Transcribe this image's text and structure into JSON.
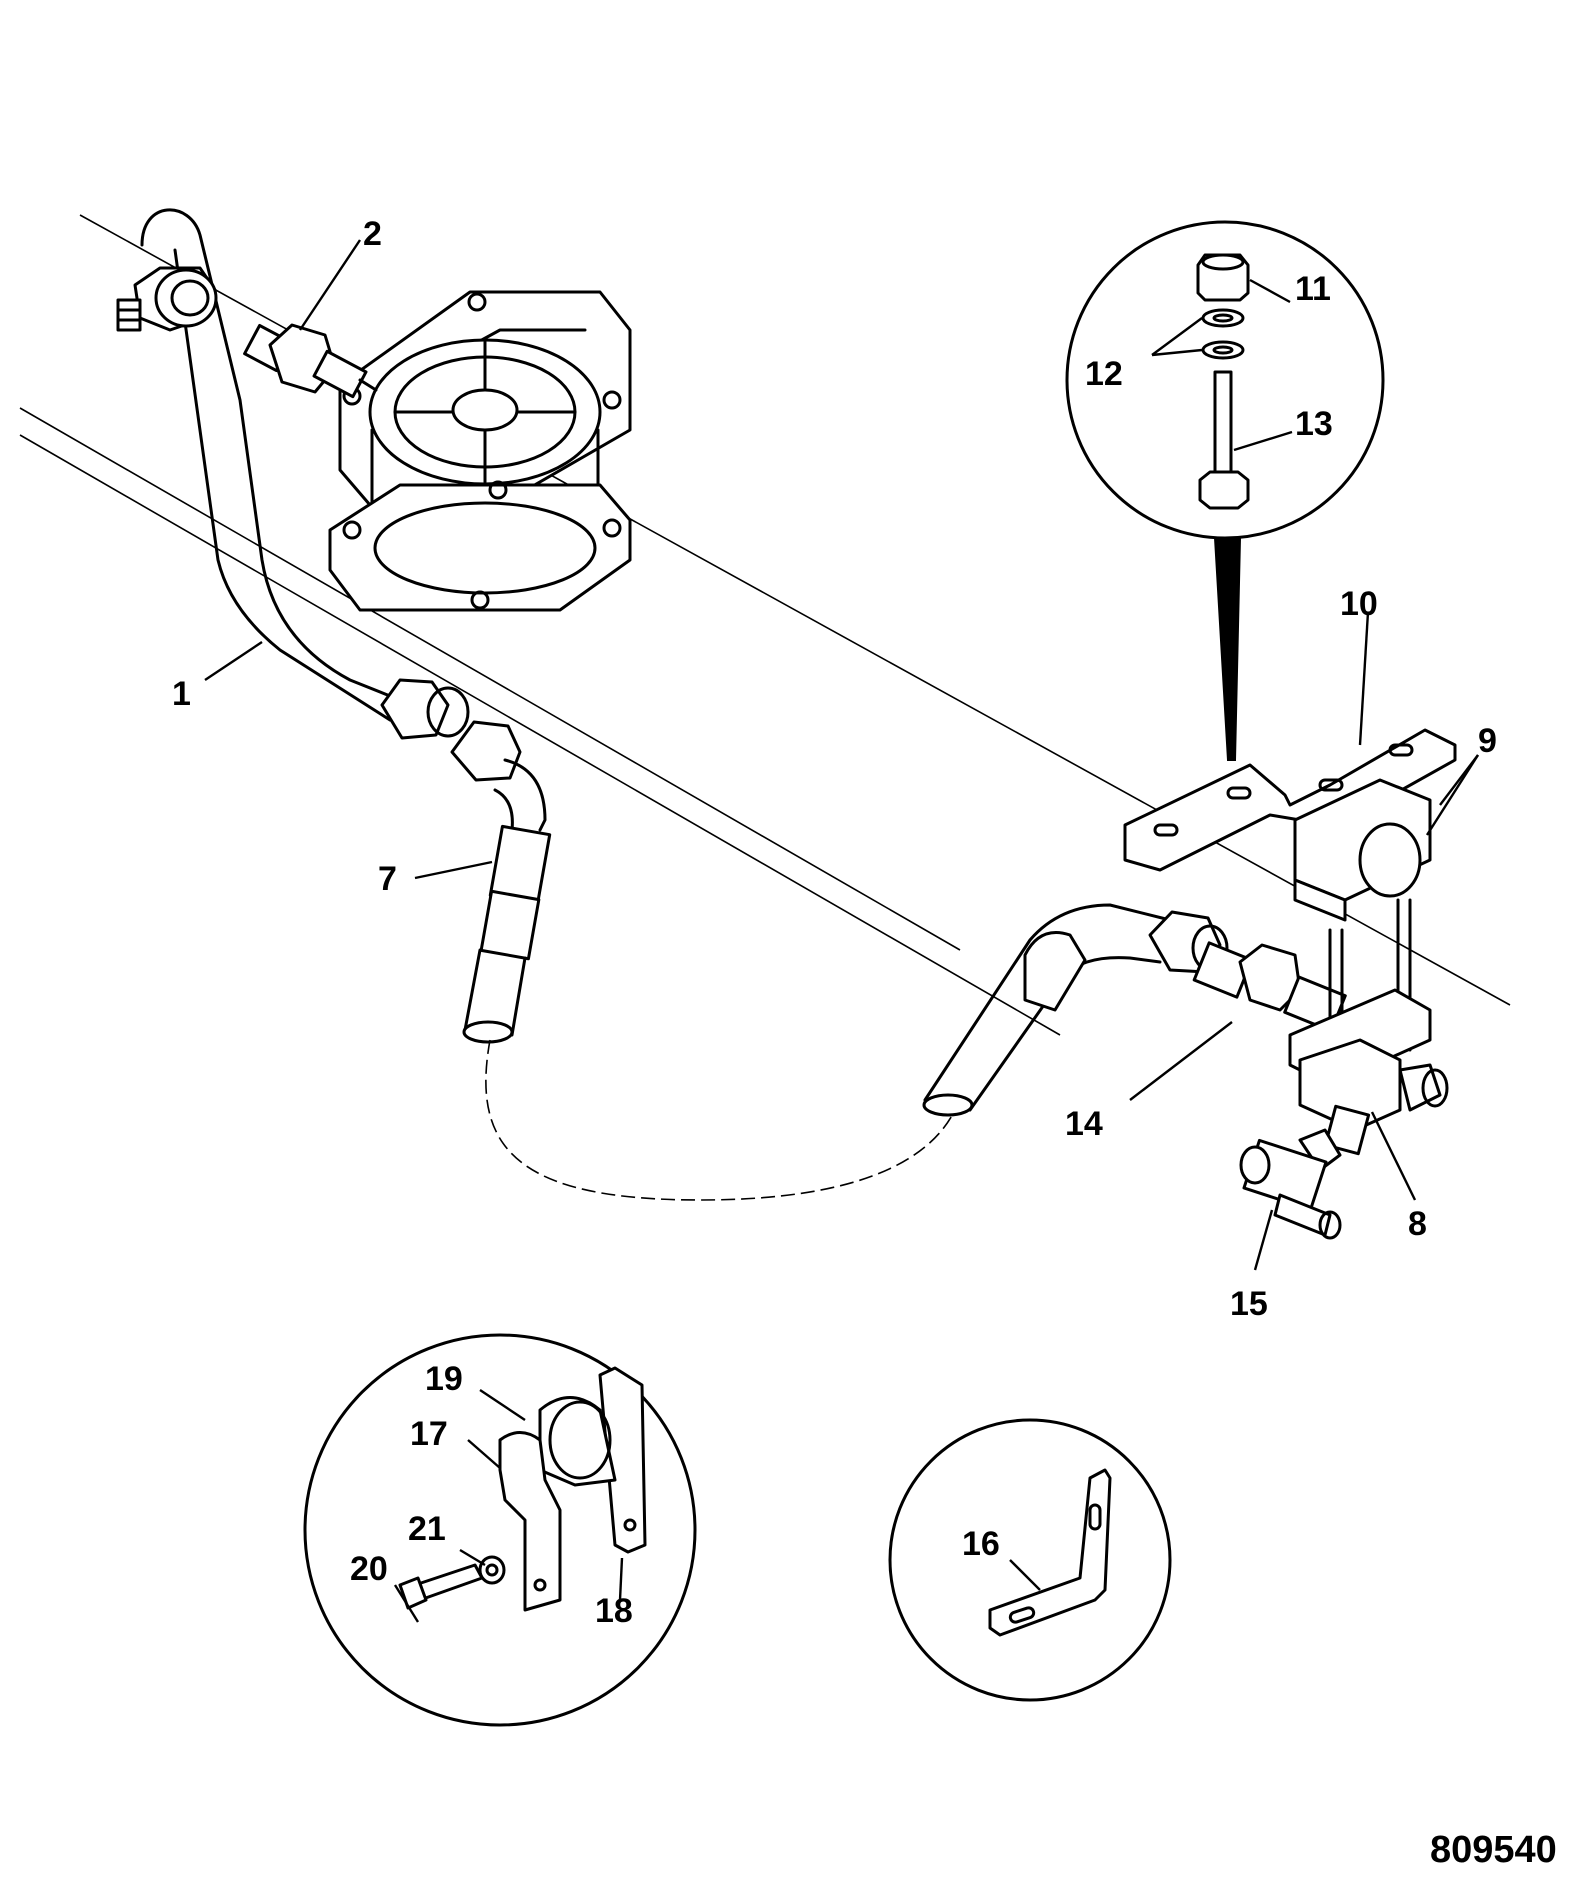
{
  "drawing_number": "809540",
  "callouts": [
    {
      "id": "1",
      "text": "1"
    },
    {
      "id": "2",
      "text": "2"
    },
    {
      "id": "7",
      "text": "7"
    },
    {
      "id": "8",
      "text": "8"
    },
    {
      "id": "9",
      "text": "9"
    },
    {
      "id": "10",
      "text": "10"
    },
    {
      "id": "11",
      "text": "11"
    },
    {
      "id": "12",
      "text": "12"
    },
    {
      "id": "13",
      "text": "13"
    },
    {
      "id": "14",
      "text": "14"
    },
    {
      "id": "15",
      "text": "15"
    },
    {
      "id": "16",
      "text": "16"
    },
    {
      "id": "17",
      "text": "17"
    },
    {
      "id": "18",
      "text": "18"
    },
    {
      "id": "19",
      "text": "19"
    },
    {
      "id": "20",
      "text": "20"
    },
    {
      "id": "21",
      "text": "21"
    }
  ]
}
